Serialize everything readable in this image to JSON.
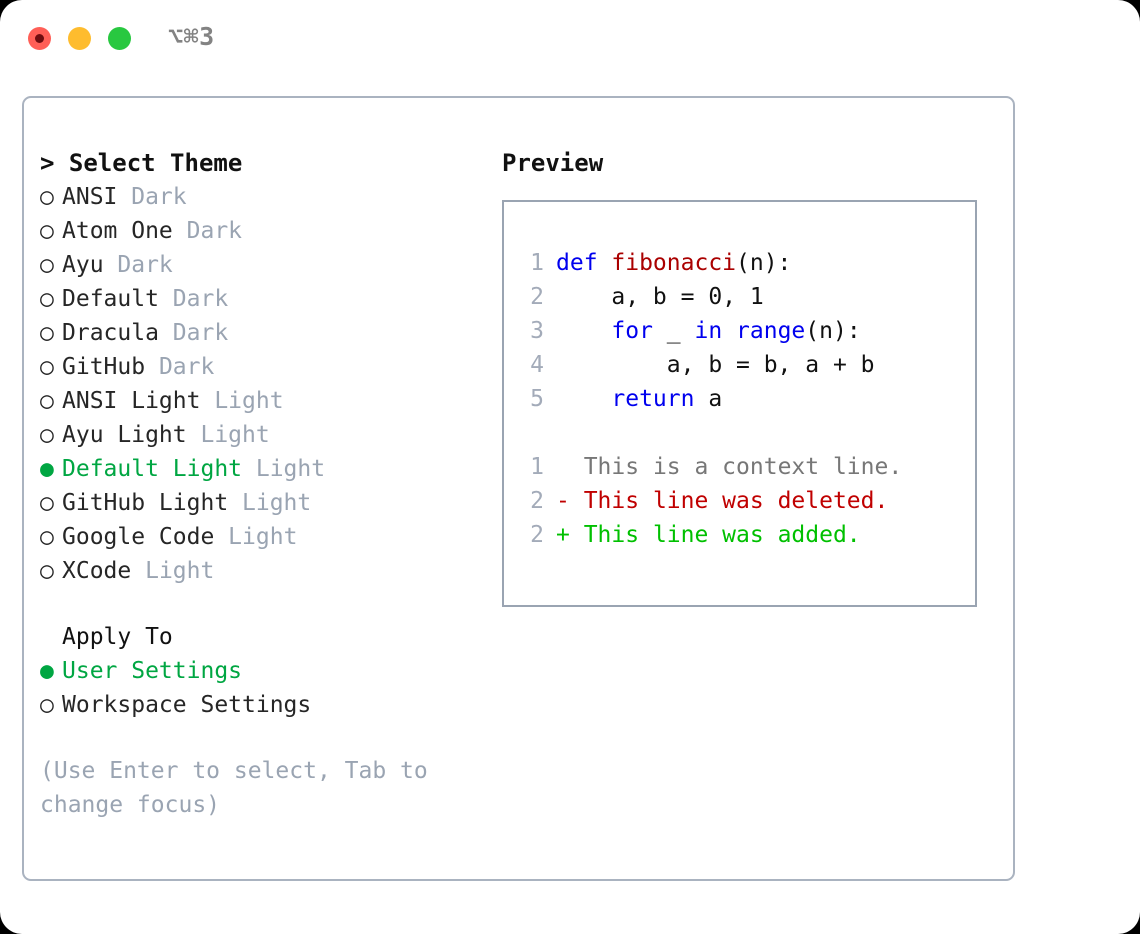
{
  "titlebar": {
    "shortcut": "⌥⌘3",
    "traffic_lights": [
      {
        "name": "close",
        "color": "#ff5f57"
      },
      {
        "name": "minimize",
        "color": "#febc2e"
      },
      {
        "name": "maximize",
        "color": "#28c840"
      }
    ]
  },
  "theme_picker": {
    "header_prefix": "> ",
    "header": "Select Theme",
    "bullet_unselected": "○",
    "bullet_selected": "●",
    "items": [
      {
        "name": "ANSI",
        "category": "Dark",
        "selected": false
      },
      {
        "name": "Atom One",
        "category": "Dark",
        "selected": false
      },
      {
        "name": "Ayu",
        "category": "Dark",
        "selected": false
      },
      {
        "name": "Default",
        "category": "Dark",
        "selected": false
      },
      {
        "name": "Dracula",
        "category": "Dark",
        "selected": false
      },
      {
        "name": "GitHub",
        "category": "Dark",
        "selected": false
      },
      {
        "name": "ANSI Light",
        "category": "Light",
        "selected": false
      },
      {
        "name": "Ayu Light",
        "category": "Light",
        "selected": false
      },
      {
        "name": "Default Light",
        "category": "Light",
        "selected": true
      },
      {
        "name": "GitHub Light",
        "category": "Light",
        "selected": false
      },
      {
        "name": "Google Code",
        "category": "Light",
        "selected": false
      },
      {
        "name": "XCode",
        "category": "Light",
        "selected": false
      }
    ]
  },
  "apply_to": {
    "header": "Apply To",
    "items": [
      {
        "name": "User Settings",
        "selected": true
      },
      {
        "name": "Workspace Settings",
        "selected": false
      }
    ]
  },
  "hint": "(Use Enter to select, Tab to change focus)",
  "preview": {
    "title": "Preview",
    "code_lines": [
      {
        "num": "1",
        "tokens": [
          {
            "t": "def ",
            "c": "kw"
          },
          {
            "t": "fibonacci",
            "c": "fn"
          },
          {
            "t": "(n):",
            "c": "pl"
          }
        ]
      },
      {
        "num": "2",
        "tokens": [
          {
            "t": "    a, b = 0, 1",
            "c": "pl"
          }
        ]
      },
      {
        "num": "3",
        "tokens": [
          {
            "t": "    ",
            "c": "pl"
          },
          {
            "t": "for",
            "c": "kw"
          },
          {
            "t": " _ ",
            "c": "pl"
          },
          {
            "t": "in",
            "c": "kw"
          },
          {
            "t": " ",
            "c": "pl"
          },
          {
            "t": "range",
            "c": "kw"
          },
          {
            "t": "(n):",
            "c": "pl"
          }
        ]
      },
      {
        "num": "4",
        "tokens": [
          {
            "t": "        a, b = b, a + b",
            "c": "pl"
          }
        ]
      },
      {
        "num": "5",
        "tokens": [
          {
            "t": "    ",
            "c": "pl"
          },
          {
            "t": "return",
            "c": "kw"
          },
          {
            "t": " a",
            "c": "pl"
          }
        ]
      }
    ],
    "diff_lines": [
      {
        "num": "1",
        "marker": "  ",
        "text": "This is a context line.",
        "kind": "diff-ctx"
      },
      {
        "num": "2",
        "marker": "- ",
        "text": "This line was deleted.",
        "kind": "diff-del"
      },
      {
        "num": "2",
        "marker": "+ ",
        "text": "This line was added.",
        "kind": "diff-add"
      }
    ]
  },
  "colors": {
    "accent_green": "#00a642",
    "muted_gray": "#9aa4b2",
    "border": "#aab3c0",
    "keyword_blue": "#0000ee",
    "function_red": "#aa0000",
    "diff_delete": "#c00000",
    "diff_add": "#00c000"
  }
}
